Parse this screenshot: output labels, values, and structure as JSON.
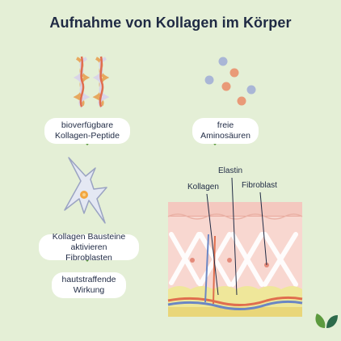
{
  "title": "Aufnahme von Kollagen im Körper",
  "bubbles": {
    "peptides": [
      "bioverfügbare",
      "Kollagen-Peptide"
    ],
    "amino": [
      "freie",
      "Aminosäuren"
    ],
    "fibro": [
      "Kollagen Bausteine",
      "aktivieren Fibroblasten"
    ],
    "effect": [
      "hautstraffende",
      "Wirkung"
    ]
  },
  "skin_labels": {
    "kollagen": "Kollagen",
    "elastin": "Elastin",
    "fibroblast": "Fibroblast"
  },
  "colors": {
    "background": "#e4efd6",
    "title": "#1f2a44",
    "accent_green": "#5c9a3e",
    "amino_blue": "#a9b6d6",
    "amino_orange": "#e99a78",
    "skin_pink": "#f3c9c2",
    "fat_yellow": "#efe79a"
  },
  "icons": {
    "logo": "leaf-logo-icon",
    "cell": "fibroblast-cell-icon",
    "peptide": "collagen-helix-icon"
  }
}
